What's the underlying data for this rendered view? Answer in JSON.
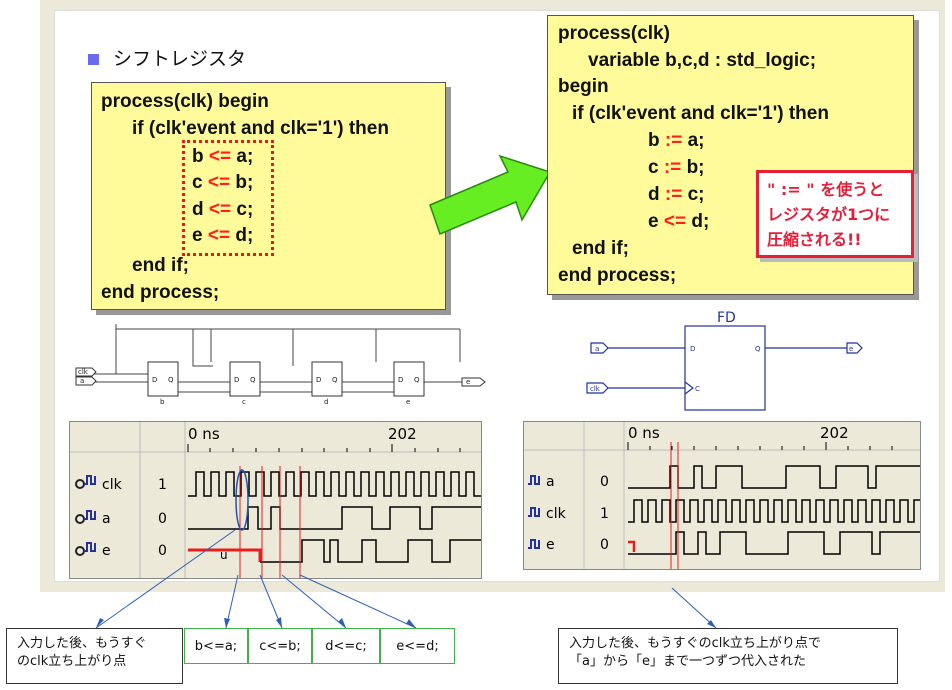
{
  "title": "シフトレジスタ",
  "code_left": {
    "lines": [
      "process(clk) begin",
      "if (clk'event and clk='1') then"
    ],
    "assigns": [
      {
        "lhs": "b",
        "op": "<=",
        "rhs": "a;"
      },
      {
        "lhs": "c",
        "op": "<=",
        "rhs": "b;"
      },
      {
        "lhs": "d",
        "op": "<=",
        "rhs": "c;"
      },
      {
        "lhs": "e",
        "op": "<=",
        "rhs": "d;"
      }
    ],
    "end_if": "end if;",
    "end_process": "end process;"
  },
  "code_right": {
    "line1": "process(clk)",
    "line2": "variable b,c,d : std_logic;",
    "line3": "begin",
    "line4": "if (clk'event and clk='1') then",
    "assigns": [
      {
        "lhs": "b",
        "op": ":=",
        "rhs": "a;"
      },
      {
        "lhs": "c",
        "op": ":=",
        "rhs": "b;"
      },
      {
        "lhs": "d",
        "op": ":=",
        "rhs": "c;"
      },
      {
        "lhs": "e",
        "op": "<=",
        "rhs": "d;"
      }
    ],
    "end_if": "end if;",
    "end_process": "end process;"
  },
  "note": {
    "line1": "\" := \" を使うと",
    "line2": "レジスタが1つに",
    "line3": "圧縮される!!"
  },
  "schematic_left": {
    "inputs": [
      "clk",
      "a"
    ],
    "ff_pins": [
      "D",
      "Q"
    ],
    "ff_labels": [
      "b",
      "c",
      "d",
      "e"
    ],
    "output": "e"
  },
  "schematic_right": {
    "title": "FD",
    "inputs": [
      "a",
      "clk"
    ],
    "pins": [
      "D",
      "Q",
      "C"
    ],
    "output": "e"
  },
  "wave_left": {
    "time_start": "0 ns",
    "time_mark": "202",
    "signals": [
      {
        "name": "clk",
        "value": "1"
      },
      {
        "name": "a",
        "value": "0"
      },
      {
        "name": "e",
        "value": "0",
        "state": "u"
      }
    ]
  },
  "wave_right": {
    "time_start": "0 ns",
    "time_mark": "202",
    "signals": [
      {
        "name": "a",
        "value": "0"
      },
      {
        "name": "clk",
        "value": "1"
      },
      {
        "name": "e",
        "value": "0"
      }
    ]
  },
  "callout_left": {
    "line1": "入力した後、もうすぐ",
    "line2": "のclk立ち上がり点"
  },
  "green_boxes": [
    "b<=a;",
    "c<=b;",
    "d<=c;",
    "e<=d;"
  ],
  "callout_right": {
    "line1": "入力した後、もうすぐのclk立ち上がり点で",
    "line2": "「a」から「e」まで一つずつ代入された"
  },
  "colors": {
    "code_bg": "#fffb9b",
    "accent_red": "#ff1f1f",
    "arrow_green": "#66ee22",
    "panel_bg": "#ece9d9"
  }
}
